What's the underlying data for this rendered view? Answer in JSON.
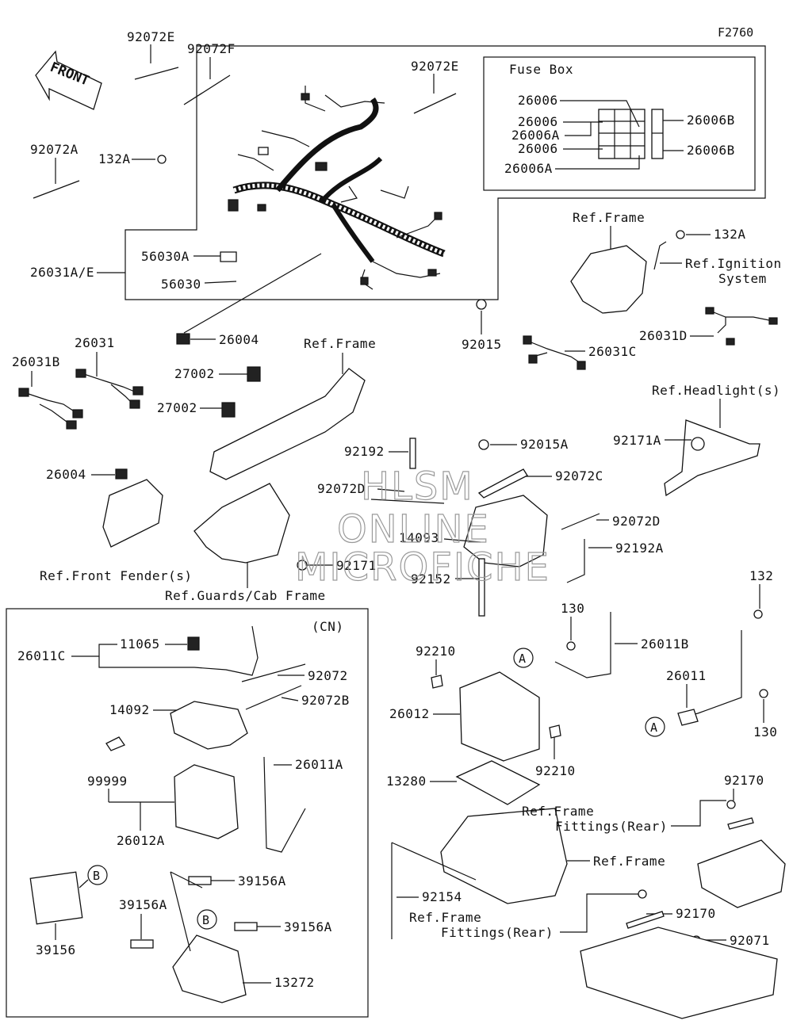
{
  "figure_code": "F2760",
  "front_badge": "FRONT",
  "fuse_box": {
    "title": "Fuse Box",
    "left_labels": [
      "26006",
      "26006",
      "26006A",
      "26006",
      "26006A"
    ],
    "right_labels": [
      "26006B",
      "26006B"
    ]
  },
  "refs": {
    "frame": "Ref.Frame",
    "ignition_line1": "Ref.Ignition",
    "ignition_line2": "System",
    "headlights": "Ref.Headlight(s)",
    "front_fenders": "Ref.Front Fender(s)",
    "guards_cab": "Ref.Guards/Cab Frame",
    "frame_fittings_rear_line1": "Ref.Frame",
    "frame_fittings_rear_line2": "Fittings(Rear)"
  },
  "cn_box": {
    "title": "(CN)"
  },
  "callout_a": "A",
  "callout_b": "B",
  "watermark": [
    "HLSM",
    "ONLINE",
    "MICROFICHE"
  ],
  "parts": {
    "p92072E_a": "92072E",
    "p92072F": "92072F",
    "p92072E_b": "92072E",
    "p92072A": "92072A",
    "p132A_a": "132A",
    "p26031AE": "26031A/E",
    "p56030A": "56030A",
    "p56030": "56030",
    "p26004_a": "26004",
    "p92015": "92015",
    "p132A_b": "132A",
    "p26031D": "26031D",
    "p26031C": "26031C",
    "p26031B": "26031B",
    "p26031": "26031",
    "p27002_a": "27002",
    "p27002_b": "27002",
    "p26004_b": "26004",
    "p92192": "92192",
    "p92015A": "92015A",
    "p92072C": "92072C",
    "p92072D_a": "92072D",
    "p92072D_b": "92072D",
    "p14093": "14093",
    "p92192A": "92192A",
    "p92152": "92152",
    "p92171": "92171",
    "p92171A": "92171A",
    "p26011C": "26011C",
    "p11065": "11065",
    "p92072": "92072",
    "p92072B": "92072B",
    "p14092": "14092",
    "p26011A": "26011A",
    "p99999": "99999",
    "p26012A": "26012A",
    "p39156": "39156",
    "p39156A_a": "39156A",
    "p39156A_b": "39156A",
    "p39156A_c": "39156A",
    "p13272": "13272",
    "p92210_a": "92210",
    "p92210_b": "92210",
    "p26012": "26012",
    "p130_a": "130",
    "p130_b": "130",
    "p26011B": "26011B",
    "p132": "132",
    "p26011": "26011",
    "p13280": "13280",
    "p92154": "92154",
    "p92170_a": "92170",
    "p92170_b": "92170",
    "p92071": "92071"
  }
}
